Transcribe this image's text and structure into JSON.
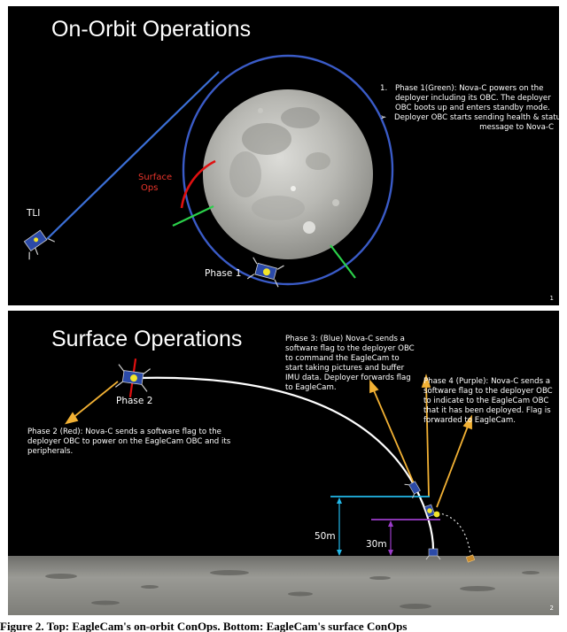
{
  "slide1": {
    "title": "On-Orbit Operations",
    "phase1_num": "1.",
    "phase1_text": "Phase 1(Green): Nova-C powers on the deployer including its OBC. The deployer OBC boots up and enters standby mode.",
    "bullet_arrow": "➢",
    "bullet_line1": "Deployer OBC starts sending health & status",
    "bullet_line2": "message to Nova-C",
    "surface_ops_line1": "Surface",
    "surface_ops_line2": "Ops",
    "tli_label": "TLI",
    "phase1_label": "Phase 1",
    "page_number": "1",
    "colors": {
      "orbit": "#3a5bc7",
      "phase1_marker": "#2bd14a",
      "surface_ops": "#e01010",
      "trajectory": "#3b6fd6"
    }
  },
  "slide2": {
    "title": "Surface Operations",
    "phase3_text": "Phase 3: (Blue) Nova-C sends a software flag to the deployer OBC to command the EagleCam to start taking pictures and buffer IMU data. Deployer forwards flag to EagleCam.",
    "phase4_text": "Phase 4 (Purple): Nova-C sends a software flag to the deployer OBC to indicate to the EagleCam OBC that it has been deployed. Flag is forwarded to EagleCam.",
    "phase2_label": "Phase 2",
    "phase2_text": "Phase 2 (Red): Nova-C sends a software flag to the deployer OBC to power on the EagleCam OBC and its peripherals.",
    "height_50": "50m",
    "height_30": "30m",
    "page_number": "2",
    "colors": {
      "arrows": "#f2b134",
      "blue_line": "#22b8e8",
      "purple_line": "#9b3cc9",
      "red_marker": "#e01010",
      "surface": "#8a8a86"
    }
  },
  "caption": "Figure 2.  Top: EagleCam's on-orbit ConOps. Bottom: EagleCam's surface ConOps"
}
